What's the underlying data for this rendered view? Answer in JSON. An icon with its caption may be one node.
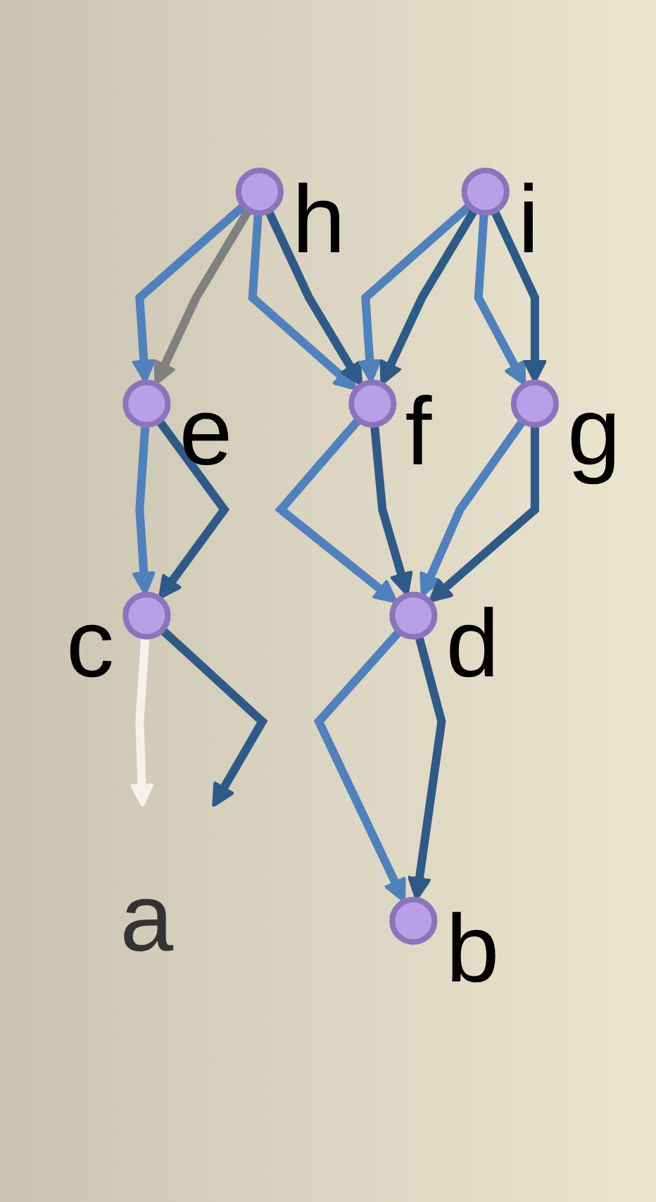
{
  "diagram": {
    "nodes": [
      {
        "text": [],
        "shape": "circle",
        "beside": [
          "h"
        ]
      },
      {
        "text": [],
        "shape": "circle",
        "beside": [
          "i"
        ]
      },
      {
        "text": [],
        "shape": "circle",
        "beside": [
          "e"
        ]
      },
      {
        "text": [],
        "shape": "circle",
        "beside": [
          "f"
        ]
      },
      {
        "text": [],
        "shape": "circle",
        "beside": [
          "g"
        ]
      },
      {
        "text": [],
        "shape": "circle",
        "beside": [
          "c"
        ]
      },
      {
        "text": [],
        "shape": "circle",
        "beside": [
          "d"
        ]
      },
      {
        "text": [],
        "shape": "circle",
        "beside": [
          "b"
        ]
      },
      {
        "text": [
          "a"
        ]
      }
    ],
    "edges": [
      {
        "from": 0,
        "to": 2,
        "arrow": "to"
      },
      {
        "from": 0,
        "to": 2,
        "arrow": "to",
        "color": "#808080"
      },
      {
        "from": 0,
        "to": 3,
        "arrow": "to"
      },
      {
        "from": 0,
        "to": 3,
        "arrow": "to",
        "color": "#2e5a88"
      },
      {
        "from": 1,
        "to": 3,
        "arrow": "to"
      },
      {
        "from": 1,
        "to": 3,
        "arrow": "to",
        "color": "#2e5a88"
      },
      {
        "from": 1,
        "to": 4,
        "arrow": "to"
      },
      {
        "from": 1,
        "to": 4,
        "arrow": "to",
        "color": "#2e5a88"
      },
      {
        "from": 2,
        "to": 5,
        "arrow": "to"
      },
      {
        "from": 2,
        "to": 5,
        "arrow": "to",
        "color": "#2e5a88"
      },
      {
        "from": 3,
        "to": 6,
        "arrow": "to"
      },
      {
        "from": 3,
        "to": 6,
        "arrow": "to",
        "color": "#2e5a88"
      },
      {
        "from": 4,
        "to": 6,
        "arrow": "to"
      },
      {
        "from": 4,
        "to": 6,
        "arrow": "to",
        "color": "#2e5a88"
      },
      {
        "from": 6,
        "to": 7,
        "arrow": "to"
      },
      {
        "from": 6,
        "to": 7,
        "arrow": "to",
        "color": "#2e5a88"
      },
      {
        "from": 5,
        "to": 8,
        "arrow": "to",
        "color": "#f4f2ea"
      },
      {
        "from": 5,
        "to": 8,
        "arrow": "to",
        "color": "#2e5a88"
      }
    ]
  }
}
